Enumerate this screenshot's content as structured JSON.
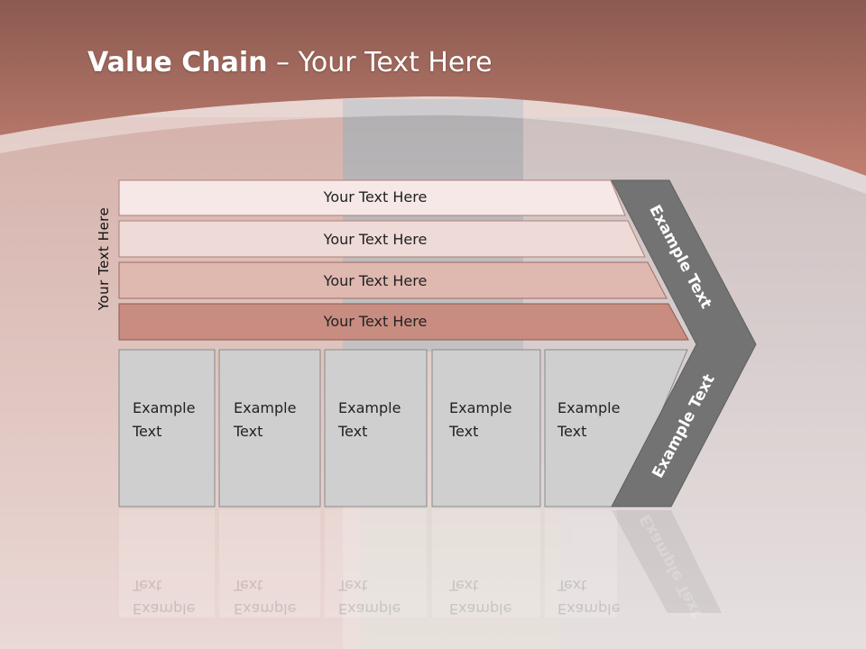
{
  "title": {
    "bold": "Value Chain",
    "rest": " – Your Text Here"
  },
  "side_label": "Your Text Here",
  "bars": [
    {
      "label": "Your Text Here",
      "color": "#f5e8e6"
    },
    {
      "label": "Your Text Here",
      "color": "#eedad6"
    },
    {
      "label": "Your Text Here",
      "color": "#dfb8b0"
    },
    {
      "label": "Your Text Here",
      "color": "#c98c80"
    }
  ],
  "columns": [
    {
      "line1": "Example",
      "line2": "Text"
    },
    {
      "line1": "Example",
      "line2": "Text"
    },
    {
      "line1": "Example",
      "line2": "Text"
    },
    {
      "line1": "Example",
      "line2": "Text"
    },
    {
      "line1": "Example",
      "line2": "Text"
    }
  ],
  "chevron": {
    "upper_label": "Example Text",
    "lower_label": "Example Text",
    "color": "#737373"
  },
  "colors": {
    "header_band": "#b57468",
    "column_fill": "#cfcfcf"
  }
}
